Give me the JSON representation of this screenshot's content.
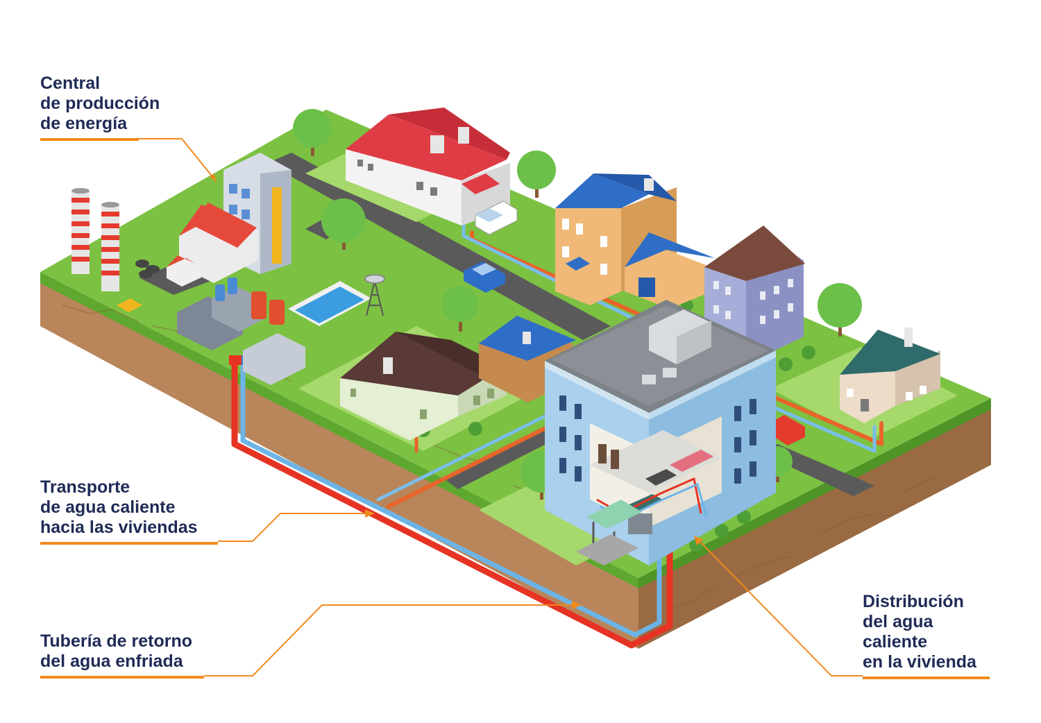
{
  "labels": {
    "central": [
      "Central",
      "de producción",
      "de energía"
    ],
    "transporte": [
      "Transporte",
      "de agua caliente",
      "hacia las viviendas"
    ],
    "retorno": [
      "Tubería de retorno",
      "del agua enfriada"
    ],
    "distribucion": [
      "Distribución",
      "del agua",
      "caliente",
      "en la vivienda"
    ]
  },
  "colors": {
    "grass": "#7cc142",
    "grass_light": "#a6d86b",
    "soil": "#b8865a",
    "soil_dark": "#8a5a36",
    "road": "#5a5a5a",
    "hot_pipe": "#e63323",
    "cold_pipe": "#6db4e6",
    "callout": "#f08a1d",
    "label_text": "#1f2a56"
  }
}
